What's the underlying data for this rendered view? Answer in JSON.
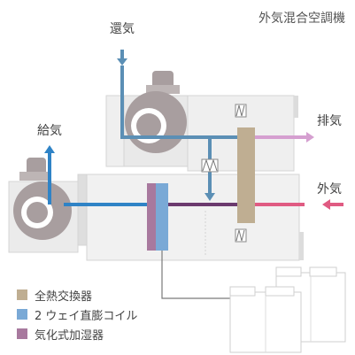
{
  "title": "外気混合空調機",
  "labels": {
    "return_air": "還気",
    "supply_air": "給気",
    "exhaust_air": "排気",
    "outside_air": "外気"
  },
  "legend": [
    {
      "label": "全熱交換器",
      "color": "#bfae92"
    },
    {
      "label": "2 ウェイ直膨コイル",
      "color": "#7aa9d6"
    },
    {
      "label": "気化式加湿器",
      "color": "#a8799e"
    }
  ],
  "colors": {
    "return_air_duct": "#5b8fb5",
    "supply_air_duct": "#2f83c6",
    "exhaust_air_duct": "#d59fd0",
    "outside_air_duct": "#e05b82",
    "mixed_air_duct": "#6b3a6e",
    "fan": "#a89e9f",
    "casing": "#e9e9e9"
  },
  "icons": [
    "fan-icon",
    "damper-icon",
    "outdoor-unit-icon"
  ]
}
